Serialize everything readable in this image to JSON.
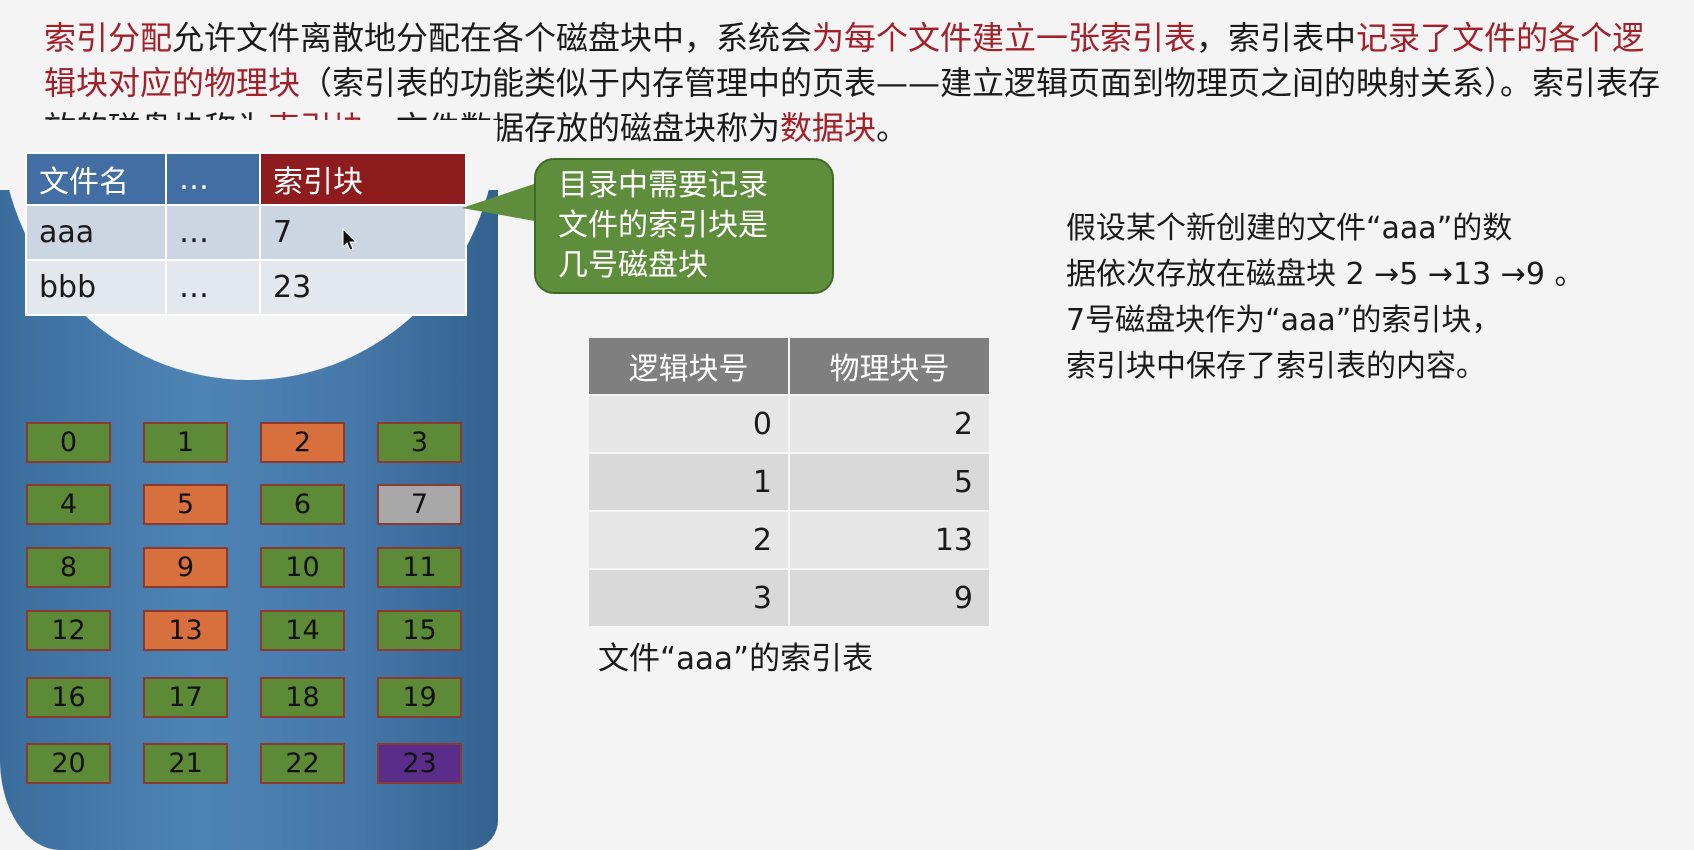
{
  "intro": {
    "p1": "索引分配",
    "p2": "允许文件离散地分配在各个磁盘块中，系统会",
    "p3": "为每个文件建立一张索引表",
    "p4": "，索引表中",
    "p5": "记录了文件的各个逻辑块对应的物理块",
    "p6": "（索引表的功能类似于内存管理中的页表——建立逻辑页面到物理页之间的映射关系）。索引表存放的磁盘块称为",
    "p7": "索引块",
    "p8": "。文件数据存放的磁盘块称为",
    "p9": "数据块",
    "p10": "。"
  },
  "directory": {
    "headers": [
      "文件名",
      "…",
      "索引块"
    ],
    "rows": [
      [
        "aaa",
        "…",
        "7"
      ],
      [
        "bbb",
        "…",
        "23"
      ]
    ]
  },
  "callout": {
    "line1": "目录中需要记录",
    "line2": "文件的索引块是",
    "line3": "几号磁盘块"
  },
  "disk_blocks": [
    {
      "n": "0",
      "s": "free"
    },
    {
      "n": "1",
      "s": "free"
    },
    {
      "n": "2",
      "s": "data"
    },
    {
      "n": "3",
      "s": "free"
    },
    {
      "n": "4",
      "s": "free"
    },
    {
      "n": "5",
      "s": "data"
    },
    {
      "n": "6",
      "s": "free"
    },
    {
      "n": "7",
      "s": "index"
    },
    {
      "n": "8",
      "s": "free"
    },
    {
      "n": "9",
      "s": "data"
    },
    {
      "n": "10",
      "s": "free"
    },
    {
      "n": "11",
      "s": "free"
    },
    {
      "n": "12",
      "s": "free"
    },
    {
      "n": "13",
      "s": "data"
    },
    {
      "n": "14",
      "s": "free"
    },
    {
      "n": "15",
      "s": "free"
    },
    {
      "n": "16",
      "s": "free"
    },
    {
      "n": "17",
      "s": "free"
    },
    {
      "n": "18",
      "s": "free"
    },
    {
      "n": "19",
      "s": "free"
    },
    {
      "n": "20",
      "s": "free"
    },
    {
      "n": "21",
      "s": "free"
    },
    {
      "n": "22",
      "s": "free"
    },
    {
      "n": "23",
      "s": "other"
    }
  ],
  "colors": {
    "free": "#5c8a36",
    "data": "#d7703d",
    "index": "#a8a8a8",
    "other": "#5a2d8a"
  },
  "index_table": {
    "headers": [
      "逻辑块号",
      "物理块号"
    ],
    "rows": [
      [
        "0",
        "2"
      ],
      [
        "1",
        "5"
      ],
      [
        "2",
        "13"
      ],
      [
        "3",
        "9"
      ]
    ],
    "caption": "文件“aaa”的索引表"
  },
  "description": {
    "line1": "假设某个新创建的文件“aaa”的数",
    "line2": "据依次存放在磁盘块 2 →5 →13 →9 。",
    "line3": "7号磁盘块作为“aaa”的索引块，",
    "line4": "索引块中保存了索引表的内容。"
  }
}
